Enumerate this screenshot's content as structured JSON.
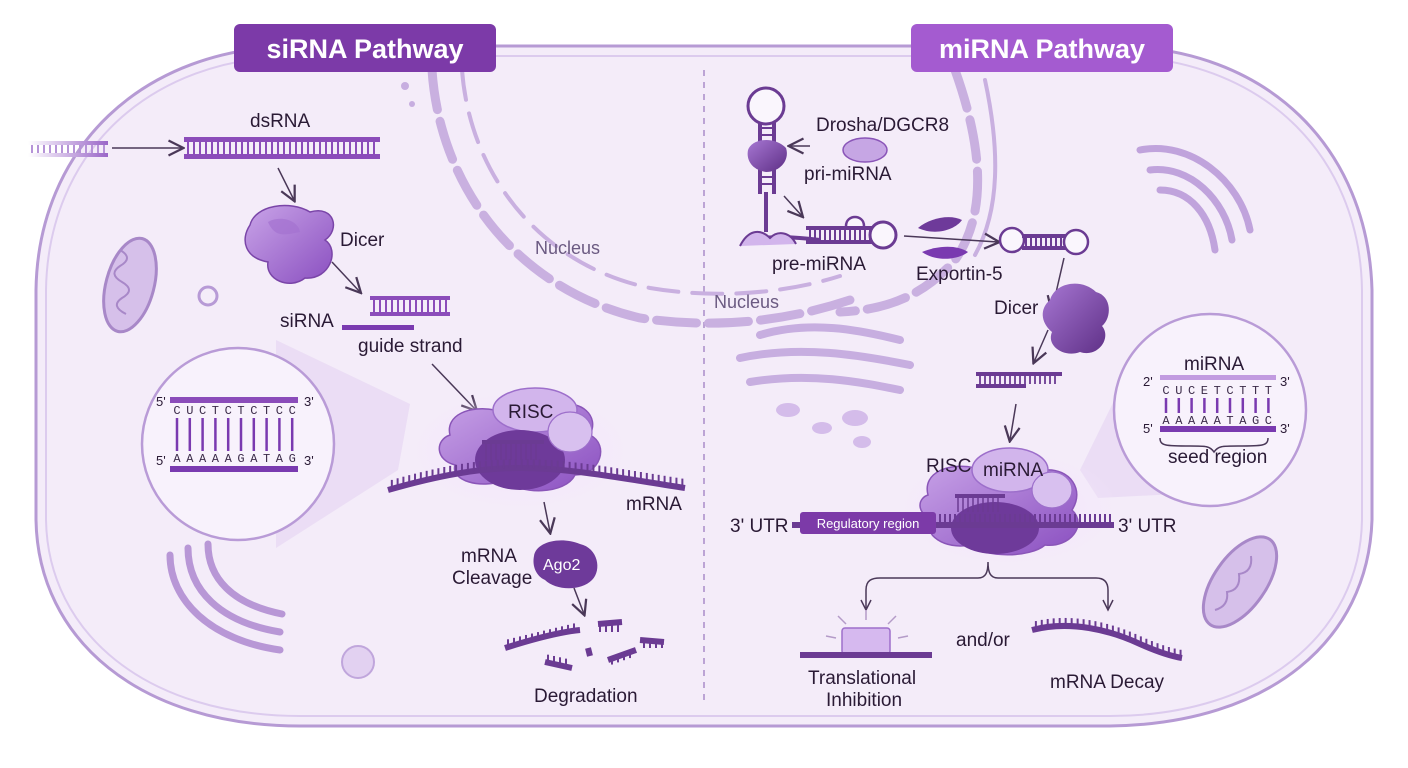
{
  "titles": {
    "sirna": "siRNA Pathway",
    "mirna": "miRNA Pathway"
  },
  "sirna": {
    "dsrna": "dsRNA",
    "dicer": "Dicer",
    "sirna": "siRNA",
    "guide_strand": "guide strand",
    "risc": "RISC",
    "mrna": "mRNA",
    "cleavage_line1": "mRNA",
    "cleavage_line2": "Cleavage",
    "ago2": "Ago2",
    "degradation": "Degradation",
    "nucleus": "Nucleus",
    "zoom": {
      "top_5": "5'",
      "top_3": "3'",
      "bottom_5": "5'",
      "bottom_3": "3'",
      "top_seq": [
        "C",
        "U",
        "C",
        "T",
        "C",
        "T",
        "C",
        "T",
        "C",
        "C"
      ],
      "bottom_seq": [
        "A",
        "A",
        "A",
        "A",
        "A",
        "G",
        "A",
        "T",
        "A",
        "G"
      ]
    }
  },
  "mirna": {
    "drosha": "Drosha/DGCR8",
    "pri": "pri-miRNA",
    "pre": "pre-miRNA",
    "exportin": "Exportin-5",
    "nucleus": "Nucleus",
    "dicer": "Dicer",
    "risc": "RISC",
    "risc_mirna": "miRNA",
    "utr_left": "3' UTR",
    "utr_right": "3' UTR",
    "regulatory": "Regulatory region",
    "and_or": "and/or",
    "trans_line1": "Translational",
    "trans_line2": "Inhibition",
    "decay": "mRNA Decay",
    "zoom": {
      "label": "miRNA",
      "top_left": "2'",
      "top_right": "3'",
      "bottom_left": "5'",
      "bottom_right": "3'",
      "top_seq": [
        "C",
        "U",
        "C",
        "E",
        "T",
        "C",
        "T",
        "T",
        "T"
      ],
      "bottom_seq": [
        "A",
        "A",
        "A",
        "A",
        "A",
        "T",
        "A",
        "G",
        "C"
      ],
      "seed": "seed region"
    }
  },
  "colors": {
    "cell_fill": "#f4ecf9",
    "cell_stroke": "#a98bc9",
    "dark_purple": "#6b3b93",
    "mid_purple": "#9b5cc8",
    "light_purple": "#d9c3ee",
    "title_bg": "#7c3aa8"
  }
}
